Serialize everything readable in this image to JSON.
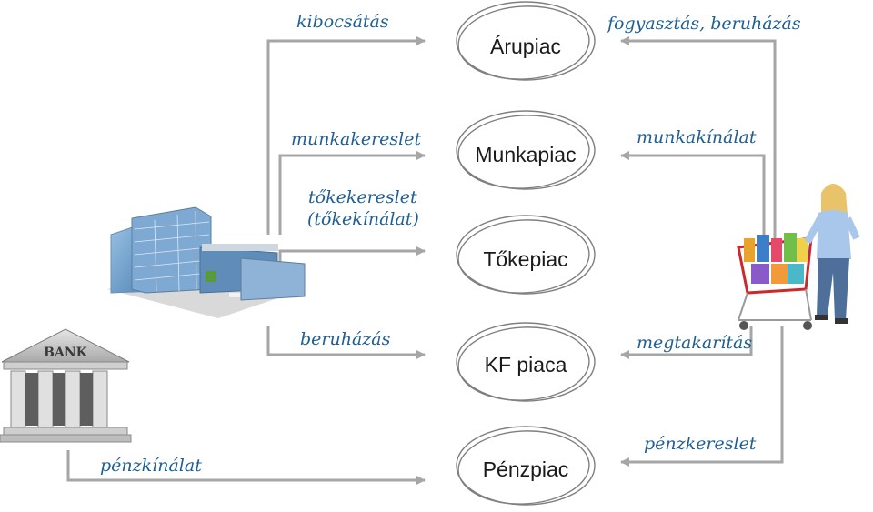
{
  "markets": [
    {
      "label": "Árupiac"
    },
    {
      "label": "Munkapiac"
    },
    {
      "label": "Tőkepiac"
    },
    {
      "label": "KF piaca"
    },
    {
      "label": "Pénzpiac"
    }
  ],
  "firm_flows": {
    "kibocsatas": "kibocsátás",
    "munkakereslet": "munkakereslet",
    "tokekereslet_line1": "tőkekereslet",
    "tokekereslet_line2": "(tőkekínálat)",
    "beruhazas": "beruházás"
  },
  "household_flows": {
    "fogyasztas": "fogyasztás, beruházás",
    "munkakinalat": "munkakínálat",
    "megtakaritas": "megtakarítás",
    "penzkereslet": "pénzkereslet"
  },
  "bank_flows": {
    "penzkinalat": "pénzkínálat"
  },
  "bank": {
    "sign": "BANK"
  },
  "colors": {
    "line": "#a6a6a6",
    "label": "#1f5f94",
    "oval": "#7f7f7f"
  }
}
